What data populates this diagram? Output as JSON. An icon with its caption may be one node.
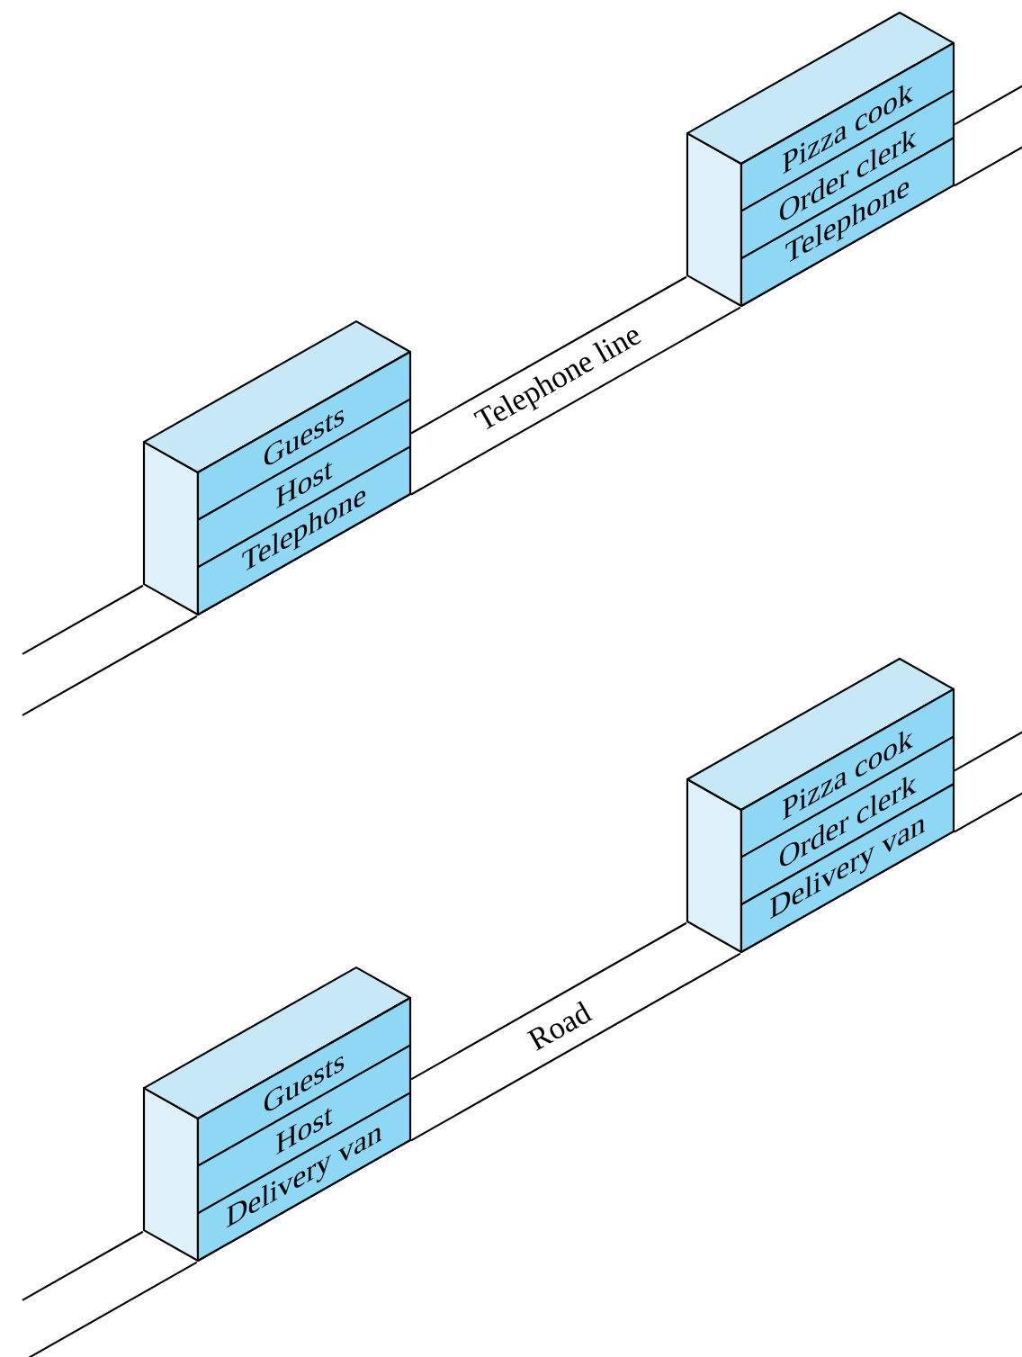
{
  "diagram": {
    "nodes": [
      {
        "text": [],
        "shape": "box"
      },
      {
        "text": [
          "Guests"
        ],
        "in": 0
      },
      {
        "text": [
          "Host"
        ],
        "in": 0
      },
      {
        "text": [
          "Telephone"
        ],
        "in": 0
      },
      {
        "text": [],
        "shape": "box"
      },
      {
        "text": [
          "Pizza cook"
        ],
        "in": 4
      },
      {
        "text": [
          "Order clerk"
        ],
        "in": 4
      },
      {
        "text": [
          "Telephone"
        ],
        "in": 4
      },
      {
        "text": [],
        "shape": "box"
      },
      {
        "text": [
          "Guests"
        ],
        "in": 8
      },
      {
        "text": [
          "Host"
        ],
        "in": 8
      },
      {
        "text": [
          "Delivery van"
        ],
        "in": 8
      },
      {
        "text": [],
        "shape": "box"
      },
      {
        "text": [
          "Pizza cook"
        ],
        "in": 12
      },
      {
        "text": [
          "Order clerk"
        ],
        "in": 12
      },
      {
        "text": [
          "Delivery van"
        ],
        "in": 12
      }
    ],
    "edges": [
      {
        "from": null,
        "to": 0,
        "arrow": "none"
      },
      {
        "from": 3,
        "to": 7,
        "arrow": "none",
        "label": "Telephone line"
      },
      {
        "from": 4,
        "to": null,
        "arrow": "none"
      },
      {
        "from": null,
        "to": 8,
        "arrow": "none"
      },
      {
        "from": 11,
        "to": 15,
        "arrow": "none",
        "label": "Road"
      },
      {
        "from": 12,
        "to": null,
        "arrow": "none"
      }
    ]
  }
}
